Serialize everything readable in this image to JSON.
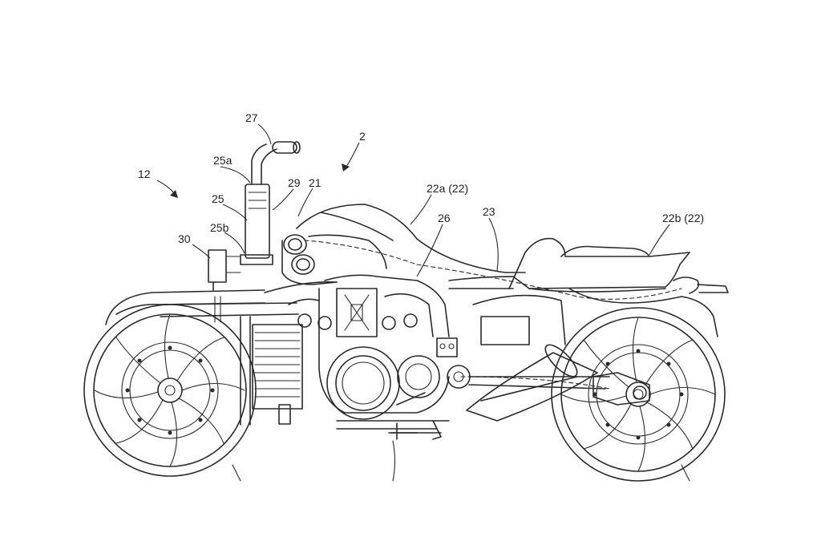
{
  "reference_labels": {
    "label_27": "27",
    "label_2": "2",
    "label_25a": "25a",
    "label_12": "12",
    "label_29": "29",
    "label_21": "21",
    "label_22a": "22a (22)",
    "label_25": "25",
    "label_26": "26",
    "label_23": "23",
    "label_22b": "22b (22)",
    "label_25b": "25b",
    "label_30": "30"
  },
  "colors": {
    "ink": "#2a2a2a",
    "background": "#ffffff"
  }
}
